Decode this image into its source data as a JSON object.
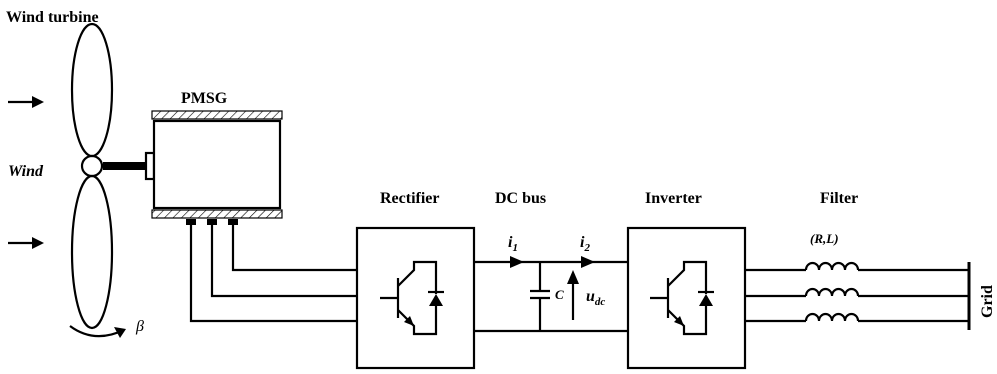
{
  "labels": {
    "wind_turbine": "Wind turbine",
    "wind": "Wind",
    "beta": "β",
    "pmsg": "PMSG",
    "rectifier": "Rectifier",
    "dc_bus": "DC bus",
    "inverter": "Inverter",
    "filter": "Filter",
    "filter_params": "(R,L)",
    "grid": "Grid",
    "capacitor": "C",
    "i1_main": "i",
    "i1_sub": "1",
    "i2_main": "i",
    "i2_sub": "2",
    "udc_main": "u",
    "udc_sub": "dc"
  }
}
